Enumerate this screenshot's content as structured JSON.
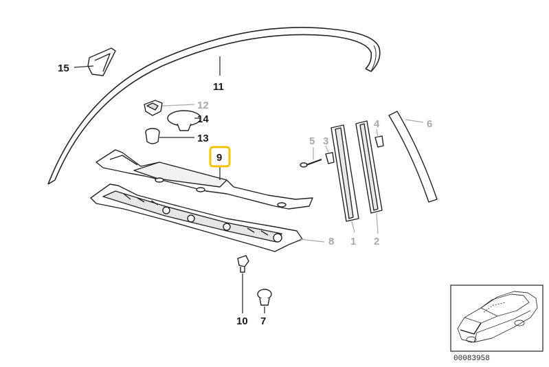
{
  "labels": {
    "l1": "1",
    "l2": "2",
    "l3": "3",
    "l4": "4",
    "l5": "5",
    "l6": "6",
    "l7": "7",
    "l8": "8",
    "l9": "9",
    "l10": "10",
    "l11": "11",
    "l12": "12",
    "l13": "13",
    "l14": "14",
    "l15": "15"
  },
  "highlight_color": "#f2c200",
  "diagram_number": "00083958"
}
